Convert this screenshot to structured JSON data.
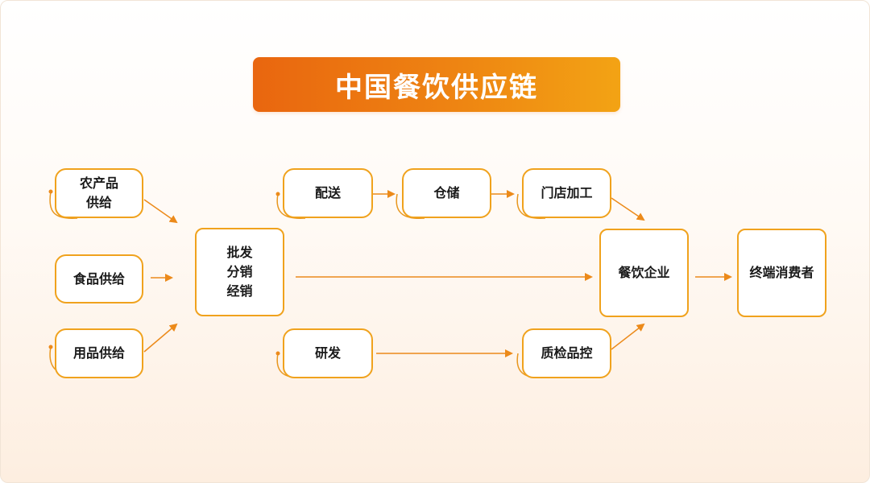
{
  "title": "中国餐饮供应链",
  "colors": {
    "accent_start": "#e9660f",
    "accent_end": "#f3a314",
    "border": "#f0a21d",
    "arrow": "#ec8a1a",
    "background": "#fffaf5"
  },
  "nodes": {
    "agri": "农产品\n供给",
    "food": "食品供给",
    "goods": "用品供给",
    "wholesale": "批发\n分销\n经销",
    "delivery": "配送",
    "storage": "仓储",
    "store": "门店加工",
    "rnd": "研发",
    "qc": "质检品控",
    "restaurant": "餐饮企业",
    "consumer": "终端消费者"
  }
}
